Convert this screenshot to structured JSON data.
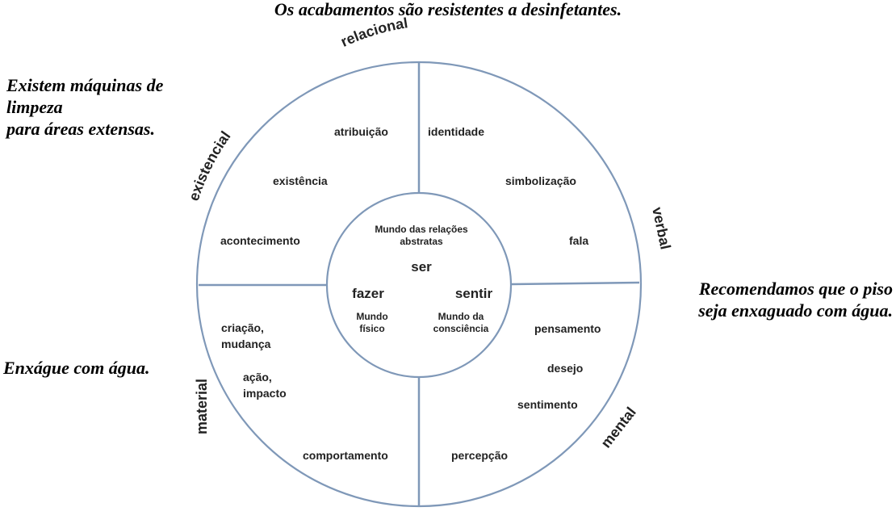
{
  "captions": {
    "top": "Os acabamentos são resistentes a desinfetantes.",
    "top_left": "Existem máquinas de\n limpeza\n para áreas extensas.",
    "left": "Enxágue com água.",
    "right": "Recomendamos que o piso\nseja enxaguado com água."
  },
  "diagram": {
    "outer_labels": {
      "relacional": "relacional",
      "existencial": "existencial",
      "verbal": "verbal",
      "material": "material",
      "mental": "mental"
    },
    "top_left": [
      "atribuição",
      "existência",
      "acontecimento"
    ],
    "top_right": [
      "identidade",
      "simbolização",
      "fala"
    ],
    "bottom_left": [
      "criação,",
      "mudança",
      "ação,",
      "impacto",
      "comportamento"
    ],
    "bottom_right": [
      "pensamento",
      "desejo",
      "sentimento",
      "percepção"
    ],
    "center": {
      "top_line1": "Mundo das relações",
      "top_line2": "abstratas",
      "ser": "ser",
      "fazer": "fazer",
      "sentir": "sentir",
      "fisico_line1": "Mundo",
      "fisico_line2": "físico",
      "consciencia_line1": "Mundo da",
      "consciencia_line2": "consciência"
    },
    "colors": {
      "line": "#7f98b8"
    }
  }
}
